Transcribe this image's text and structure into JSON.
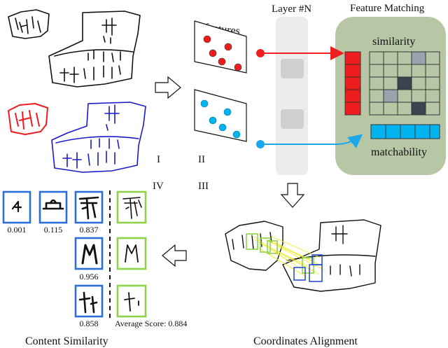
{
  "panel_labels": {
    "step_i": "I",
    "step_ii": "II",
    "step_iii": "III",
    "step_iv": "IV"
  },
  "features_panel": {
    "title": "features"
  },
  "network": {
    "layer_label": "Layer #N"
  },
  "matching": {
    "title": "Feature Matching",
    "similarity_label": "similarity",
    "matchability_label": "matchability"
  },
  "content_similarity": {
    "caption": "Content Similarity",
    "scores": [
      "0.001",
      "0.115",
      "0.837",
      "0.956",
      "0.858"
    ],
    "average_label": "Average Score: 0.884"
  },
  "alignment": {
    "caption": "Coordinates Alignment"
  },
  "colors": {
    "red": "#ee1c1c",
    "blue": "#1a1acc",
    "cyan": "#00b4f0",
    "panel_green": "#b7c7a5",
    "box_blue": "#2a6fd6",
    "box_green": "#8fd34a",
    "layer_grey": "#ececec",
    "arrow_red": "#f02020",
    "arrow_cyan": "#1aa8e8"
  }
}
